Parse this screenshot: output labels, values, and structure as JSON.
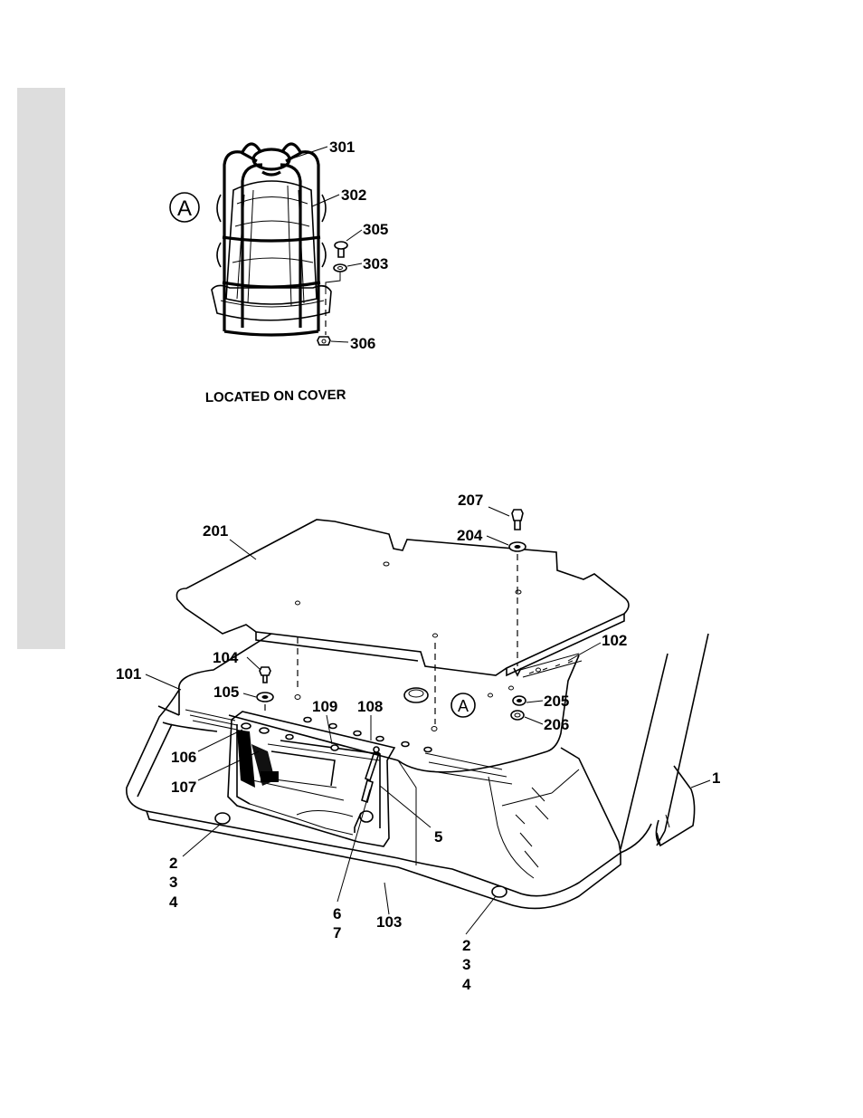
{
  "detail": {
    "marker": "A",
    "caption": "LOCATED ON COVER",
    "callouts": [
      "301",
      "302",
      "305",
      "303",
      "306"
    ]
  },
  "main": {
    "marker": "A",
    "callouts": {
      "c207": "207",
      "c204": "204",
      "c201": "201",
      "c102": "102",
      "c104": "104",
      "c101": "101",
      "c105": "105",
      "c109": "109",
      "c108": "108",
      "c205": "205",
      "c206": "206",
      "c106": "106",
      "c107": "107",
      "c1": "1",
      "c5": "5",
      "c2a": "2",
      "c3a": "3",
      "c4a": "4",
      "c6": "6",
      "c7": "7",
      "c103": "103",
      "c2b": "2",
      "c3b": "3",
      "c4b": "4"
    }
  }
}
